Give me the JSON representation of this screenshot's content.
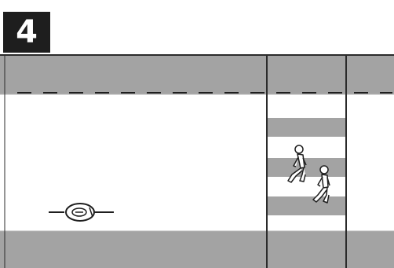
{
  "panel": {
    "number": "4"
  },
  "scene": {
    "colors": {
      "road": "#a3a3a3",
      "road_edge": "#2b2b2b",
      "paint": "#ffffff",
      "lane_dash": "#1e1e1e",
      "badge": "#1e1e1e"
    },
    "elements": {
      "vehicle": "motorcycle-top-view",
      "pedestrians": 2,
      "crossing": "zebra-crosswalk"
    }
  }
}
